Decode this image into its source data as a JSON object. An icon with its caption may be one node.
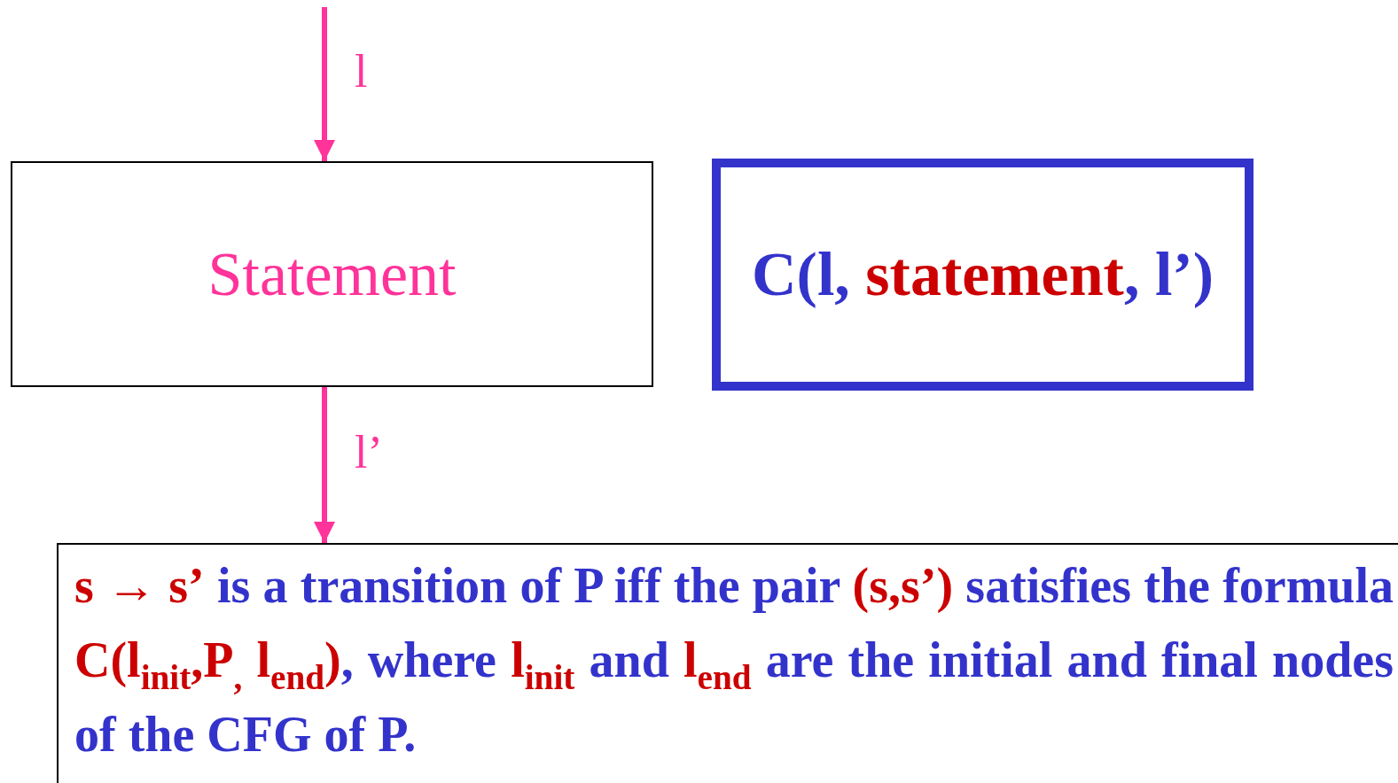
{
  "diagram": {
    "nodes": [
      {
        "text": [
          "Statement"
        ]
      },
      {
        "text": [
          "C(l, **statement**, l’)"
        ]
      },
      {
        "text": [
          "**s → s’** is a transition of P iff the pair **(s,s’)** satisfies the formula **C(l$_{init}$,P$_{,}$ l$_{end}$)**, where **l$_{init}$** and **l$_{end}$** are the initial and final nodes of the CFG of P."
        ]
      }
    ],
    "edges": [
      {
        "from": null,
        "to": 0,
        "arrow": "to",
        "label": "l"
      },
      {
        "from": 0,
        "to": 2,
        "arrow": "to",
        "label": "l’"
      }
    ]
  }
}
